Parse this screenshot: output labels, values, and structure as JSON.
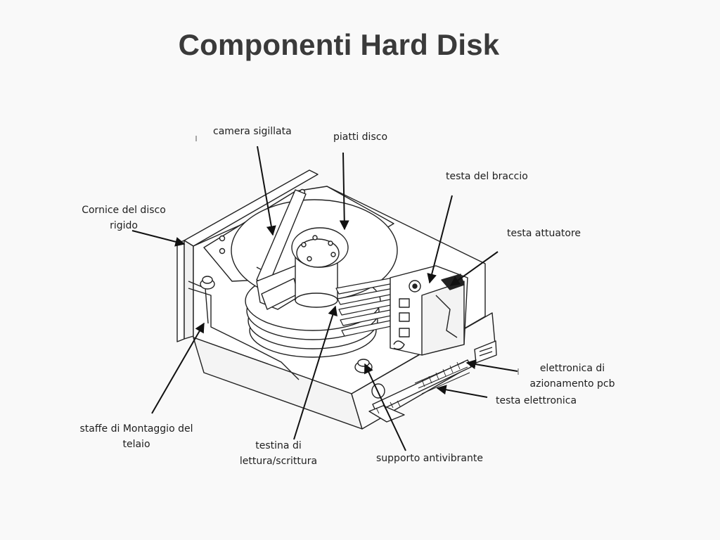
{
  "title": "Componenti Hard Disk",
  "labels": {
    "camera": "camera sigillata",
    "piatti": "piatti disco",
    "braccio": "testa del braccio",
    "cornice_1": "Cornice del disco",
    "cornice_2": "rigido",
    "attuatore": "testa attuatore",
    "elettronica_az_1": "elettronica di",
    "elettronica_az_2": "azionamento pcb",
    "testa_elettronica": "testa elettronica",
    "staffe_1": "staffe di Montaggio del",
    "staffe_2": "telaio",
    "testina_1": "testina di",
    "testina_2": "lettura/scrittura",
    "supporto": "supporto antivibrante"
  }
}
